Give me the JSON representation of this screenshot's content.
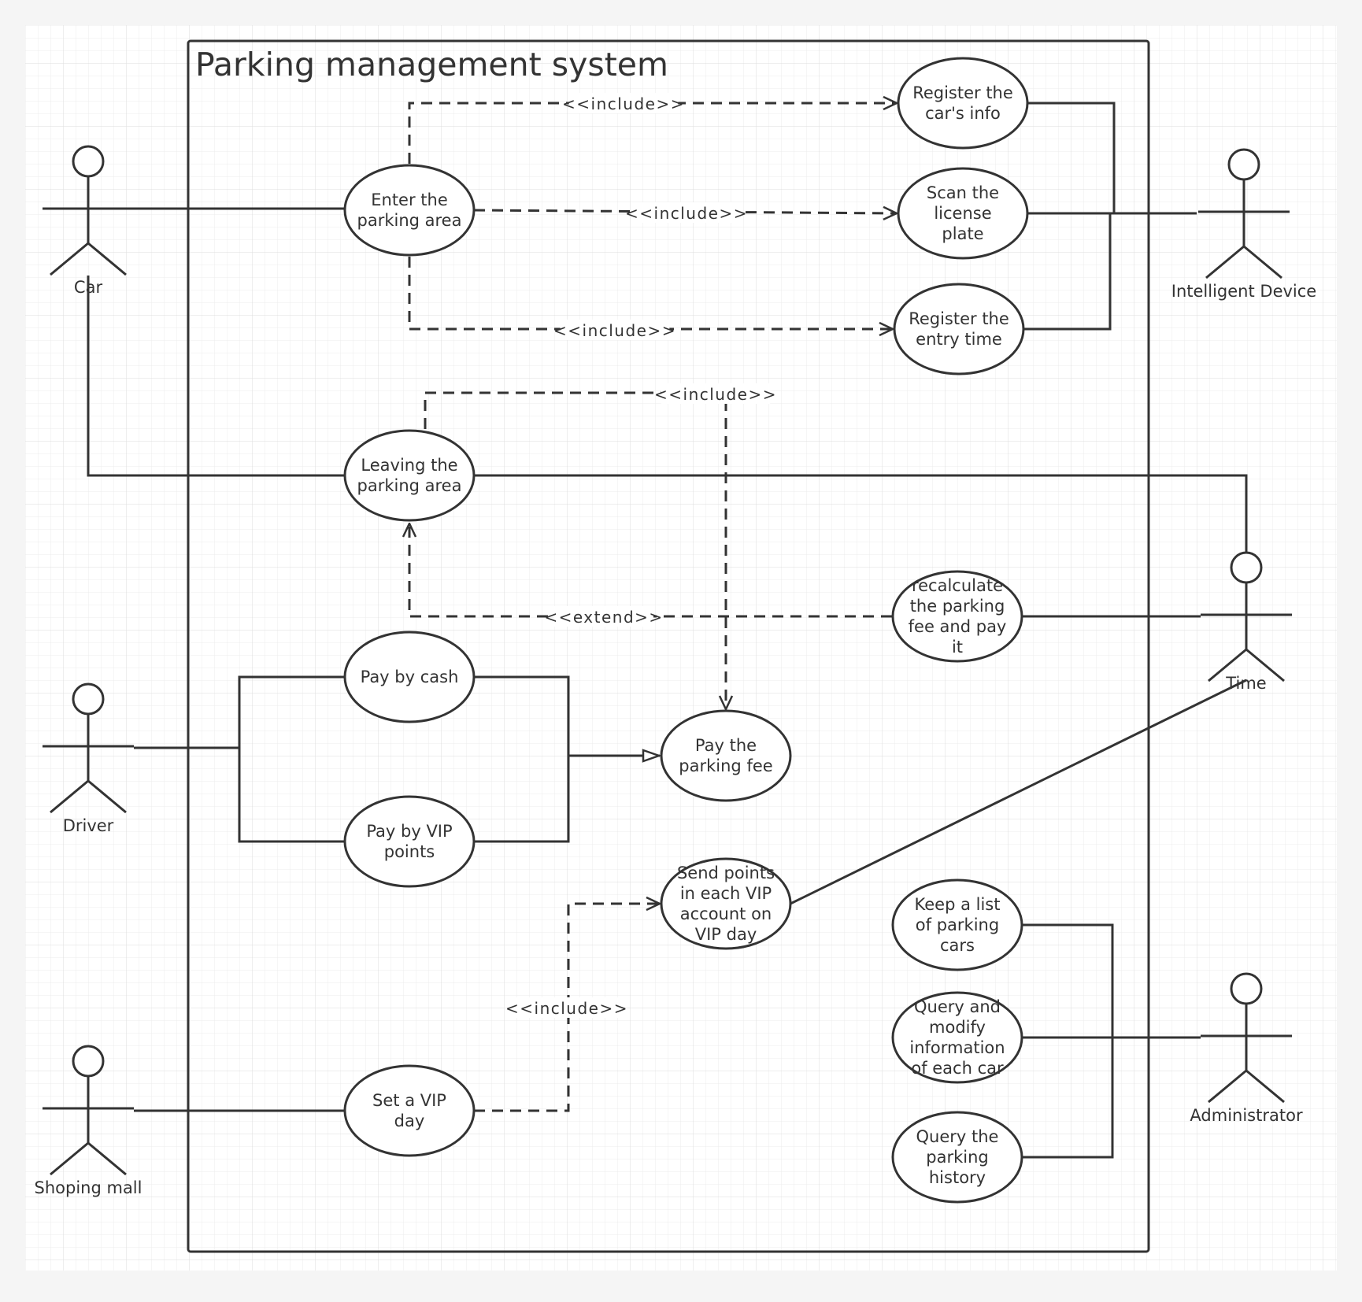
{
  "diagram": {
    "title": "Parking management system",
    "colors": {
      "stroke": "#333333",
      "background": "#ffffff",
      "grid": "#e6e6e6"
    },
    "actors": [
      {
        "id": "car",
        "label": "Car"
      },
      {
        "id": "driver",
        "label": "Driver"
      },
      {
        "id": "mall",
        "label": "Shoping mall"
      },
      {
        "id": "device",
        "label": "Intelligent Device"
      },
      {
        "id": "time",
        "label": "Time"
      },
      {
        "id": "admin",
        "label": "Administrator"
      }
    ],
    "use_cases": [
      {
        "id": "enter",
        "lines": [
          "Enter the",
          "parking area"
        ]
      },
      {
        "id": "reginfo",
        "lines": [
          "Register the",
          "car's info"
        ]
      },
      {
        "id": "scan",
        "lines": [
          "Scan the",
          "license",
          "plate"
        ]
      },
      {
        "id": "regtime",
        "lines": [
          "Register the",
          "entry time"
        ]
      },
      {
        "id": "leave",
        "lines": [
          "Leaving the",
          "parking area"
        ]
      },
      {
        "id": "recalc",
        "lines": [
          "recalculate",
          "the parking",
          "fee and pay",
          "it"
        ]
      },
      {
        "id": "cash",
        "lines": [
          "Pay by cash"
        ]
      },
      {
        "id": "vip",
        "lines": [
          "Pay by VIP",
          "points"
        ]
      },
      {
        "id": "fee",
        "lines": [
          "Pay the",
          "parking fee"
        ]
      },
      {
        "id": "sendpts",
        "lines": [
          "Send points",
          "in each VIP",
          "account on",
          "VIP day"
        ]
      },
      {
        "id": "setvip",
        "lines": [
          "Set a VIP",
          "day"
        ]
      },
      {
        "id": "keep",
        "lines": [
          "Keep a list",
          "of parking",
          "cars"
        ]
      },
      {
        "id": "query",
        "lines": [
          "Query and",
          "modify",
          "information",
          "of each car"
        ]
      },
      {
        "id": "history",
        "lines": [
          "Query the",
          "parking",
          "history"
        ]
      }
    ],
    "relation_labels": {
      "include": "<<include>>",
      "extend": "<<extend>>"
    }
  }
}
